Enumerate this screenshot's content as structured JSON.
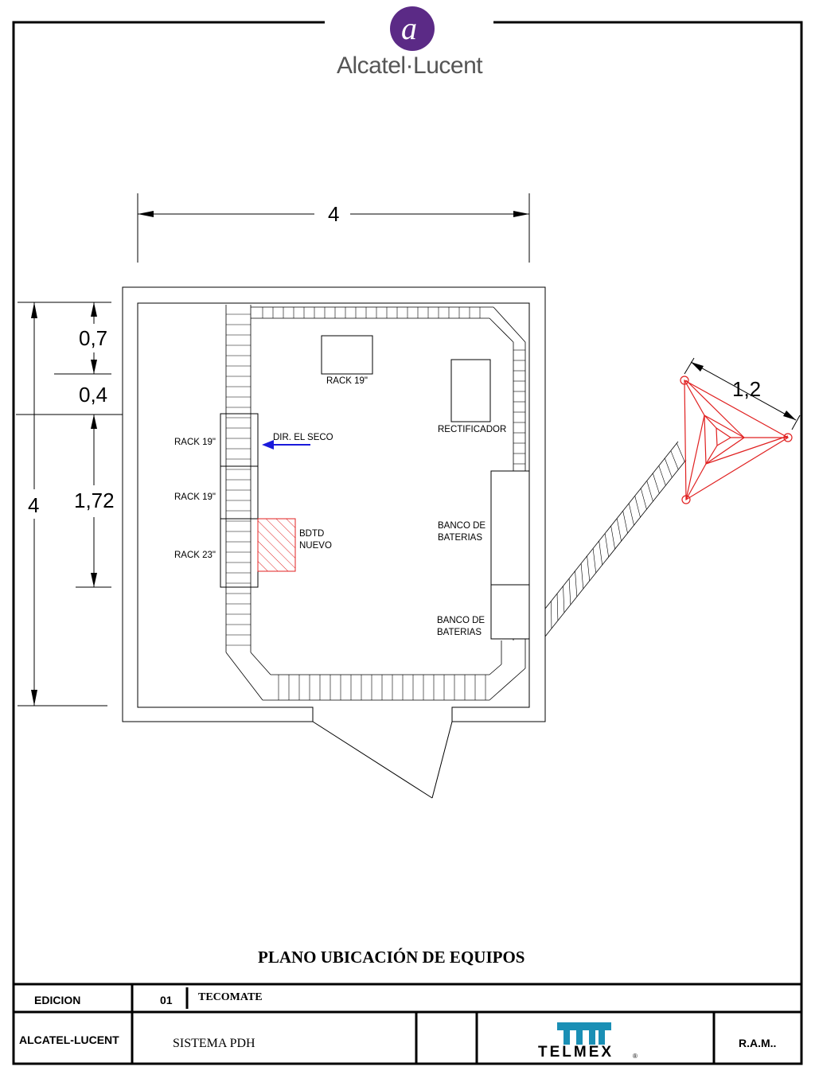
{
  "brand": {
    "logo_text": "Alcatel·Lucent",
    "logo_color": "#5b2a86",
    "client_logo_text": "TELMEX",
    "client_logo_mark": "®",
    "client_color": "#1a8fb5"
  },
  "drawing": {
    "title": "PLANO UBICACIÓN DE EQUIPOS",
    "dimensions": {
      "top_width": "4",
      "left_height": "4",
      "seg1": "0,7",
      "seg2": "0,4",
      "seg3": "1,72",
      "tower": "1,2"
    },
    "labels": {
      "rack_top": "RACK 19\"",
      "rectificador": "RECTIFICADOR",
      "rack_left_1": "RACK 19\"",
      "rack_left_2": "RACK 19\"",
      "rack_left_3": "RACK 23\"",
      "dir": "DIR. EL SECO",
      "bdtd_1": "BDTD",
      "bdtd_2": "NUEVO",
      "banco1_1": "BANCO DE",
      "banco1_2": "BATERIAS",
      "banco2_1": "BANCO DE",
      "banco2_2": "BATERIAS"
    },
    "colors": {
      "tower": "#e02020",
      "arrow": "#1a1adb",
      "bdtd_hatch": "#e02020"
    }
  },
  "title_block": {
    "edicion_label": "EDICION",
    "edicion_value": "01",
    "site": "TECOMATE",
    "company": "ALCATEL-LUCENT",
    "system": "SISTEMA PDH",
    "initials": "R.A.M.."
  }
}
